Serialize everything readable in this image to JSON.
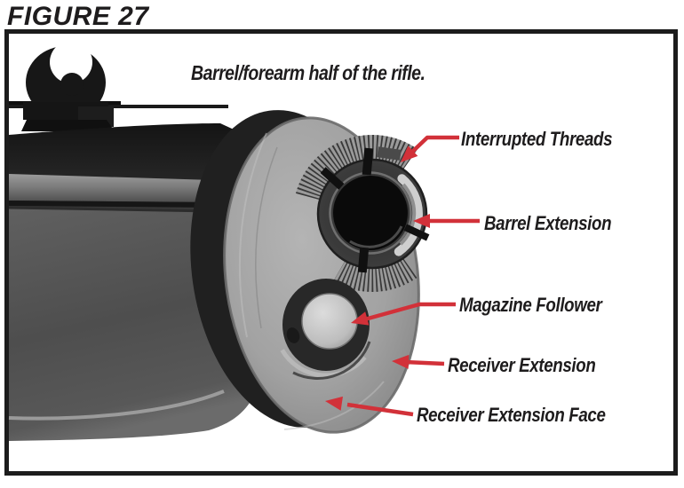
{
  "figure": {
    "title": "FIGURE 27",
    "caption": "Barrel/forearm half of the rifle."
  },
  "labels": [
    {
      "text": "Interrupted Threads"
    },
    {
      "text": "Barrel Extension"
    },
    {
      "text": "Magazine Follower"
    },
    {
      "text": "Receiver Extension"
    },
    {
      "text": "Receiver Extension Face"
    }
  ],
  "colors": {
    "arrow": "#d23139",
    "ink": "#1e1c1d",
    "frame": "#1c1c1c"
  }
}
